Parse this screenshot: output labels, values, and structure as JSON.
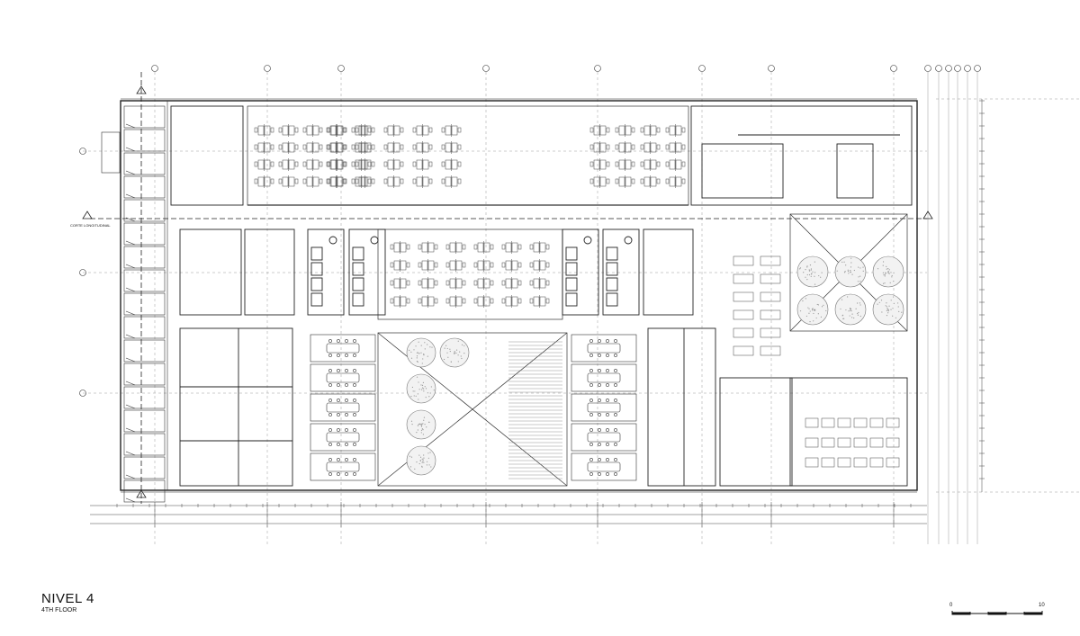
{
  "drawing": {
    "title": "NIVEL 4",
    "subtitle": "4TH FLOOR",
    "section_label": "CORTE LONGITUDINAL",
    "scale_start": "0",
    "scale_end": "10"
  },
  "colors": {
    "line": "#222222",
    "light_line": "#888888",
    "background": "#ffffff"
  }
}
